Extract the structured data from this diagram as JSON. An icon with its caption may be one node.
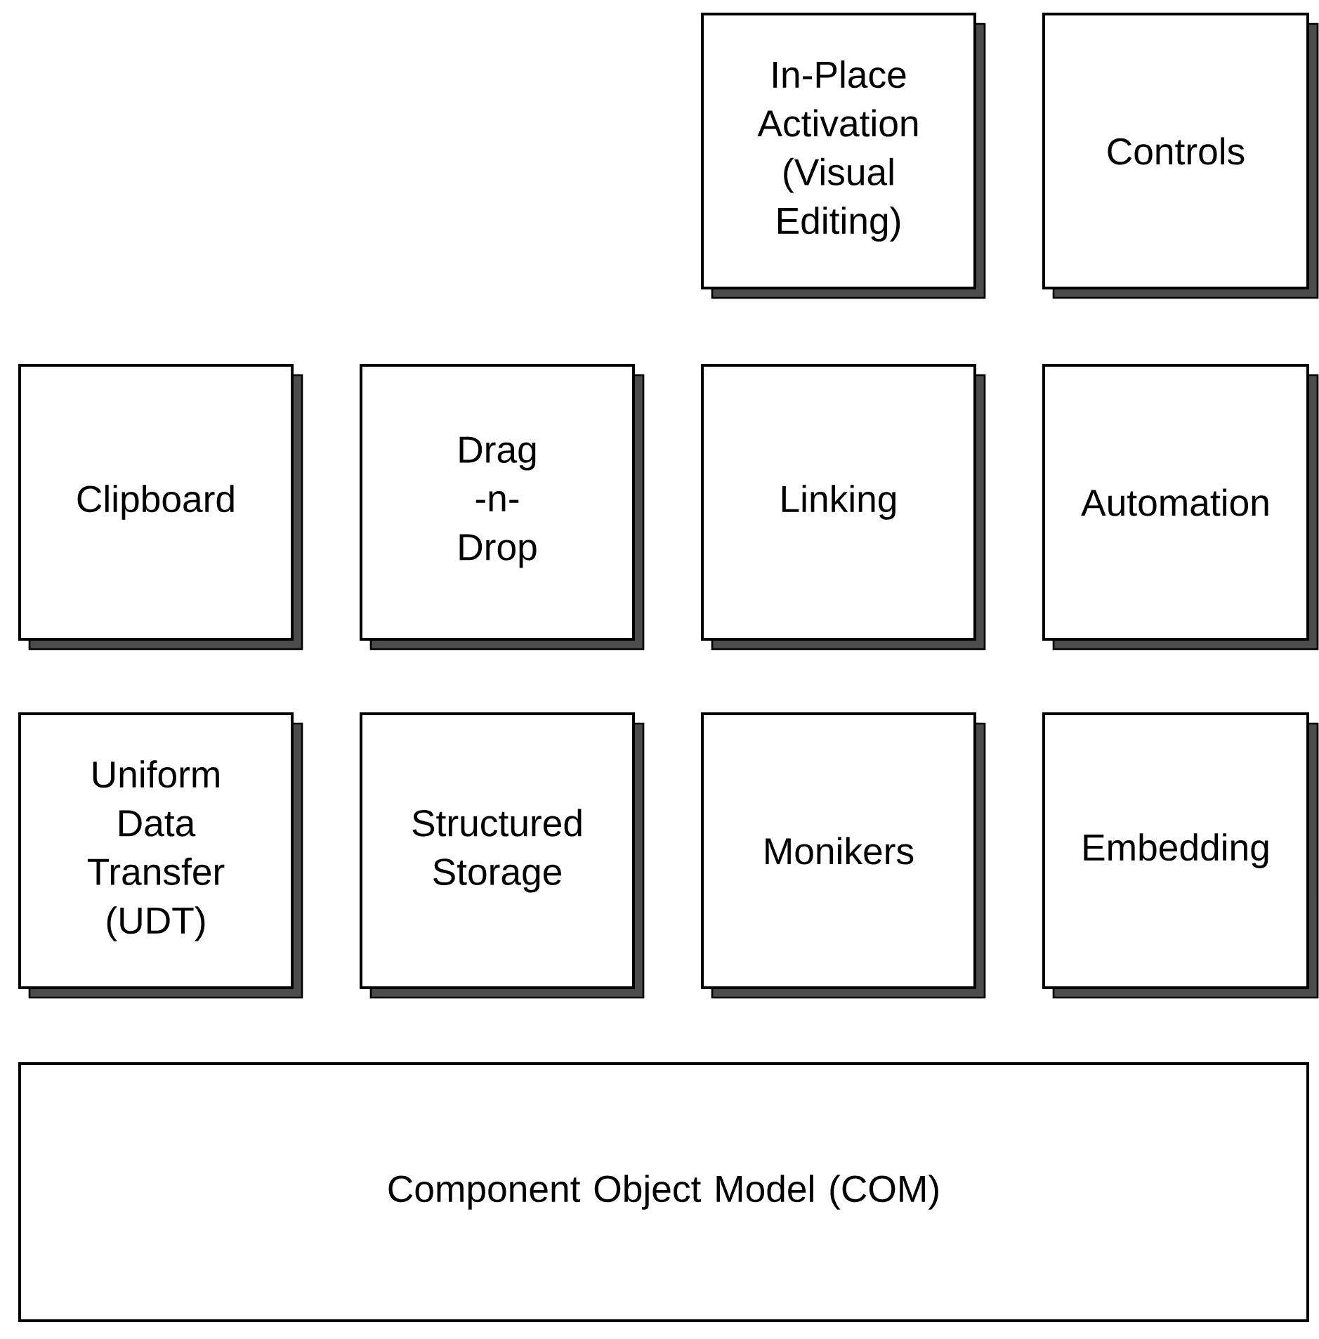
{
  "diagram": {
    "nodes": [
      {
        "text": [
          "In-Place Activation (Visual Editing)"
        ]
      },
      {
        "text": [
          "Controls"
        ]
      },
      {
        "text": [
          "Clipboard"
        ]
      },
      {
        "text": [
          "Drag -n- Drop"
        ]
      },
      {
        "text": [
          "Linking"
        ]
      },
      {
        "text": [
          "Automation"
        ]
      },
      {
        "text": [
          "Uniform Data Transfer (UDT)"
        ]
      },
      {
        "text": [
          "Structured Storage"
        ]
      },
      {
        "text": [
          "Monikers"
        ]
      },
      {
        "text": [
          "Embedding"
        ]
      },
      {
        "text": [
          "Component Object Model (COM)"
        ]
      }
    ]
  }
}
